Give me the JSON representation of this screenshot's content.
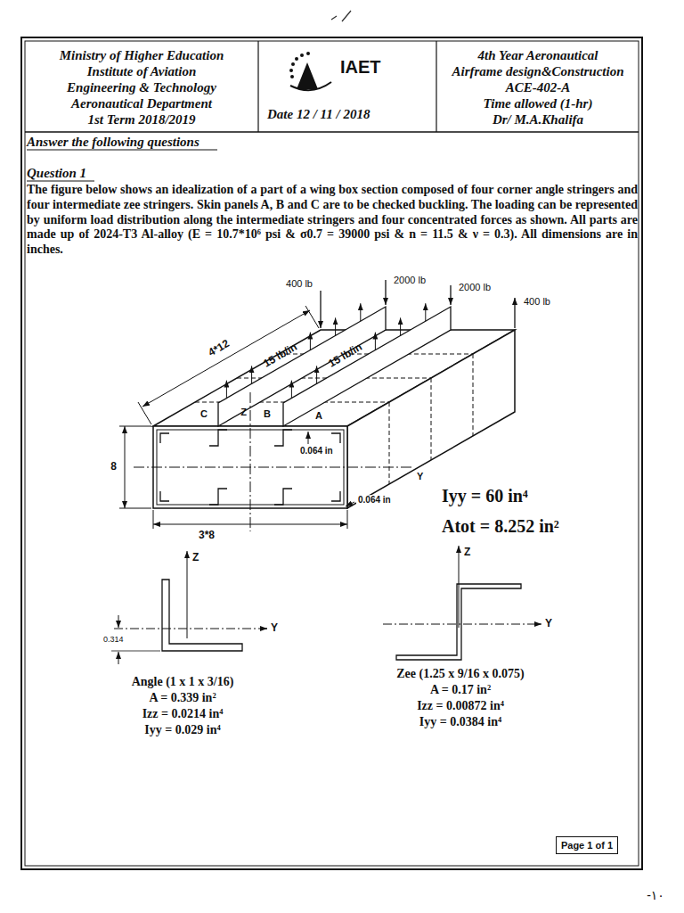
{
  "diagram": {
    "nodes": [
      {
        "text": [
          "Ministry of Higher Education",
          "Institute of Aviation",
          "Engineering & Technology",
          "Aeronautical Department",
          "1st Term 2018/2019"
        ]
      },
      {
        "text": [
          "IAET",
          "Date 12 / 11 / 2018"
        ]
      },
      {
        "text": [
          "4th Year Aeronautical",
          "Airframe design&Construction",
          "ACE-402-A",
          "Time allowed (1-hr)",
          "Dr/ M.A.Khalifa"
        ]
      },
      {
        "text": [
          "Page 1 of 1"
        ]
      }
    ],
    "labels": [
      "Answer the following questions",
      "Question 1",
      "The figure below shows an idealization of a part of a wing box section composed of four corner angle stringers and four intermediate zee stringers. Skin panels A, B and C are to be checked buckling. The loading can be represented by uniform load distribution along the intermediate stringers and four concentrated forces as shown. All parts are made up of 2024-T3 Al-alloy (E = 10.7*10⁶ psi & σ0.7 = 39000 psi & n = 11.5 & ν = 0.3). All dimensions are in inches.",
      "400 lb",
      "2000 lb",
      "2000 lb",
      "400 lb",
      "4*12",
      "15 lb/in",
      "15 lb/in",
      "C",
      "Z",
      "B",
      "A",
      "0.064 in",
      "8",
      "Y",
      "0.064 in",
      "3*8",
      "Iyy = 60  in⁴",
      "Atot = 8.252  in²",
      "Z",
      "Y",
      "0.314",
      "Angle (1 x 1 x 3/16)",
      "A = 0.339 in²",
      "Izz = 0.0214 in⁴",
      "Iyy = 0.029 in⁴",
      "Z",
      "Y",
      "Zee (1.25 x 9/16 x 0.075)",
      "A = 0.17 in²",
      "Izz = 0.00872  in⁴",
      "Iyy = 0.0384 in⁴",
      "-١٠"
    ]
  }
}
